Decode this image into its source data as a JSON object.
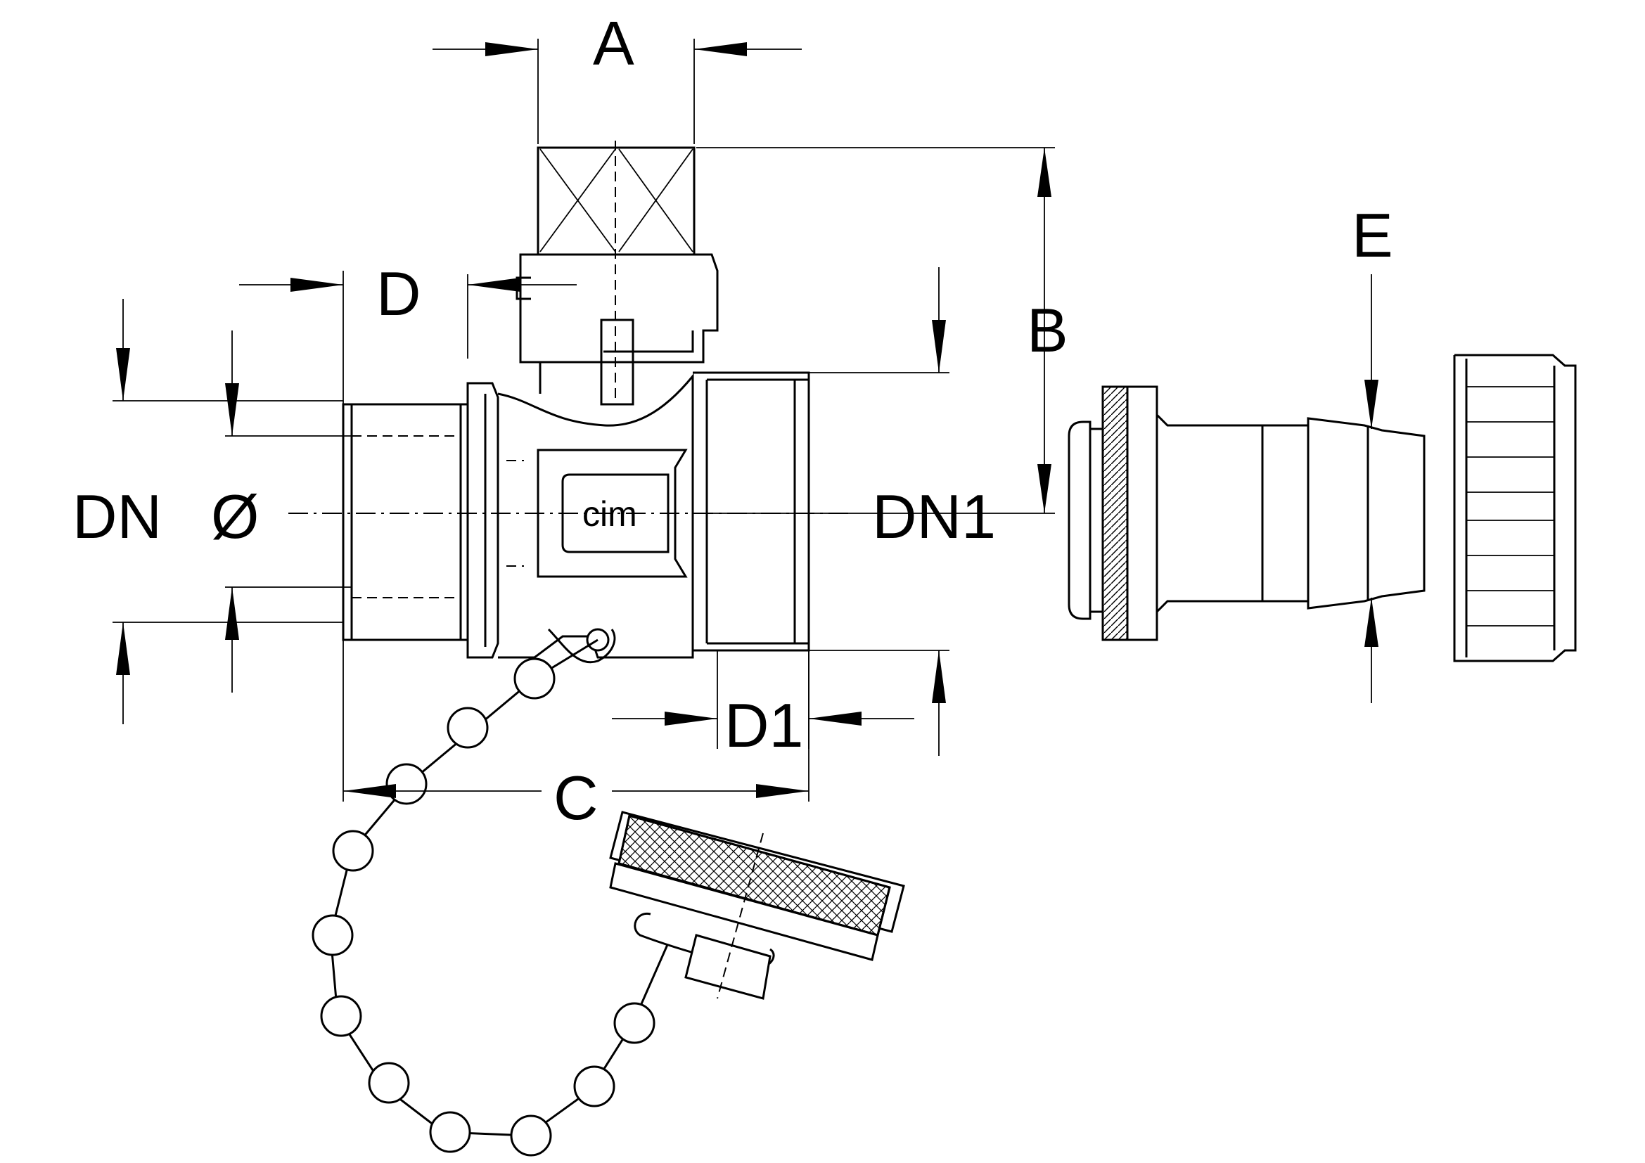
{
  "labels": {
    "a": "A",
    "b": "B",
    "c": "C",
    "d": "D",
    "d1": "D1",
    "e": "E",
    "dn": "DN",
    "diameter": "Ø",
    "dn1": "DN1",
    "logo": "cim"
  }
}
